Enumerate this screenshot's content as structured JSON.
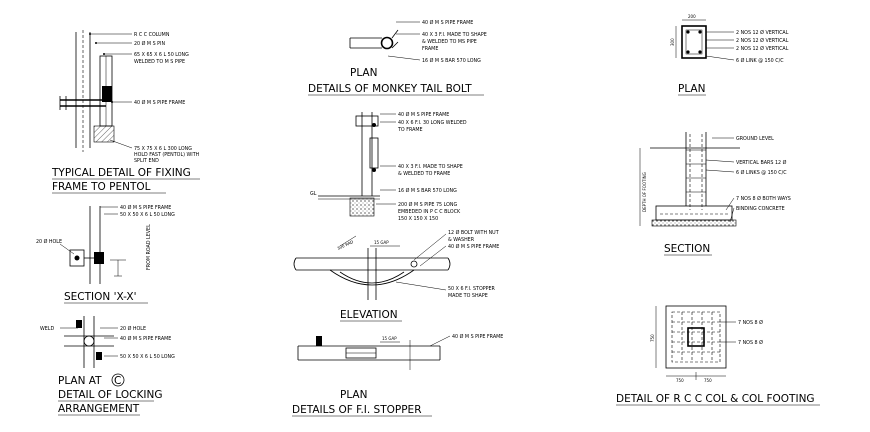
{
  "titles": {
    "fixing_1": "TYPICAL DETAIL OF FIXING",
    "fixing_2": "FRAME TO PENTOL",
    "section_xx": "SECTION 'X-X'",
    "plan_at": "PLAN AT",
    "plan_at_mark": "C",
    "locking_1": "DETAIL OF LOCKING",
    "locking_2": "ARRANGEMENT",
    "monkey_plan": "PLAN",
    "monkey_title": "DETAILS OF MONKEY TAIL BOLT",
    "elevation": "ELEVATION",
    "stopper_plan": "PLAN",
    "stopper_title": "DETAILS OF F.I. STOPPER",
    "col_plan": "PLAN",
    "col_section": "SECTION",
    "col_footing": "DETAIL OF R C C COL & COL FOOTING"
  },
  "notes": {
    "fixing": {
      "rcc_column": "R C C COLUMN",
      "ms_pin": "20 Ø M S PIN",
      "angle_1": "65 X 65 X 6 L 50 LONG",
      "angle_2": "WELDED TO M S PIPE",
      "pipe_frame": "40 Ø M S PIPE FRAME",
      "hold_1": "75 X 75 X 6 L 300 LONG",
      "hold_2": "HOLD FAST (PENTOL) WITH",
      "hold_3": "SPLIT END"
    },
    "section_xx": {
      "pipe_frame": "40 Ø M S PIPE FRAME",
      "angle": "50 X 50 X 6 L 50 LONG",
      "hole": "20 Ø HOLE",
      "floor_level": "FROM ROAD LEVEL"
    },
    "locking": {
      "weld": "WELD",
      "hole": "20 Ø HOLE",
      "pipe_frame": "40 Ø M S PIPE FRAME",
      "angle": "50 X 50 X 6 L 50 LONG"
    },
    "monkey_plan": {
      "pipe_frame": "40 Ø M S PIPE FRAME",
      "fi_1": "40 X 3 F.I. MADE TO SHAPE",
      "fi_2": "& WELDED TO MS PIPE",
      "fi_3": "FRAME",
      "bar": "16 Ø M S BAR 570 LONG"
    },
    "monkey_elev": {
      "pipe_frame": "40 Ø M S PIPE FRAME",
      "fi_a1": "40 X 6 F.I. 30 LONG WELDED",
      "fi_a2": "TO FRAME",
      "fi_b1": "40 X 3 F.I. MADE TO SHAPE",
      "fi_b2": "& WELDED TO FRAME",
      "bar": "16 Ø M S BAR 570 LONG",
      "ms_1": "200 Ø M S PIPE 75 LONG",
      "ms_2": "EMBEDED IN P C C BLOCK",
      "ms_3": "150 X 150 X 150",
      "gl": "GL"
    },
    "elevation": {
      "bolt_1": "12 Ø BOLT WITH NUT",
      "bolt_2": "& WASHER",
      "pipe_frame": "40 Ø M S PIPE FRAME",
      "stop_1": "50 X 6 F.I. STOPPER",
      "stop_2": "MADE TO SHAPE",
      "dim_a": "15 GAP",
      "dim_b": "300 RAD"
    },
    "stopper_plan": {
      "pipe_frame": "40 Ø M S PIPE FRAME",
      "gap": "15 GAP"
    },
    "col_plan": {
      "v1": "2 NOS 12 Ø VERTICAL",
      "v2": "2 NOS 12 Ø VERTICAL",
      "v3": "2 NOS 12 Ø VERTICAL",
      "link": "6 Ø LINK @ 150 C/C",
      "dim": "200",
      "dim_side": "300"
    },
    "col_section": {
      "ground": "GROUND LEVEL",
      "vbars": "VERTICAL BARS 12 Ø",
      "links": "6 Ø LINKS @ 150 C/C",
      "nos": "7 NOS 8 Ø BOTH WAYS",
      "binding": "BINDING CONCRETE",
      "depth": "DEPTH OF FOOTING"
    },
    "col_footing_plan": {
      "a": "7 NOS 8 Ø",
      "b": "7 NOS 8 Ø",
      "dim_w1": "750",
      "dim_w2": "750",
      "dim_h": "750"
    }
  }
}
